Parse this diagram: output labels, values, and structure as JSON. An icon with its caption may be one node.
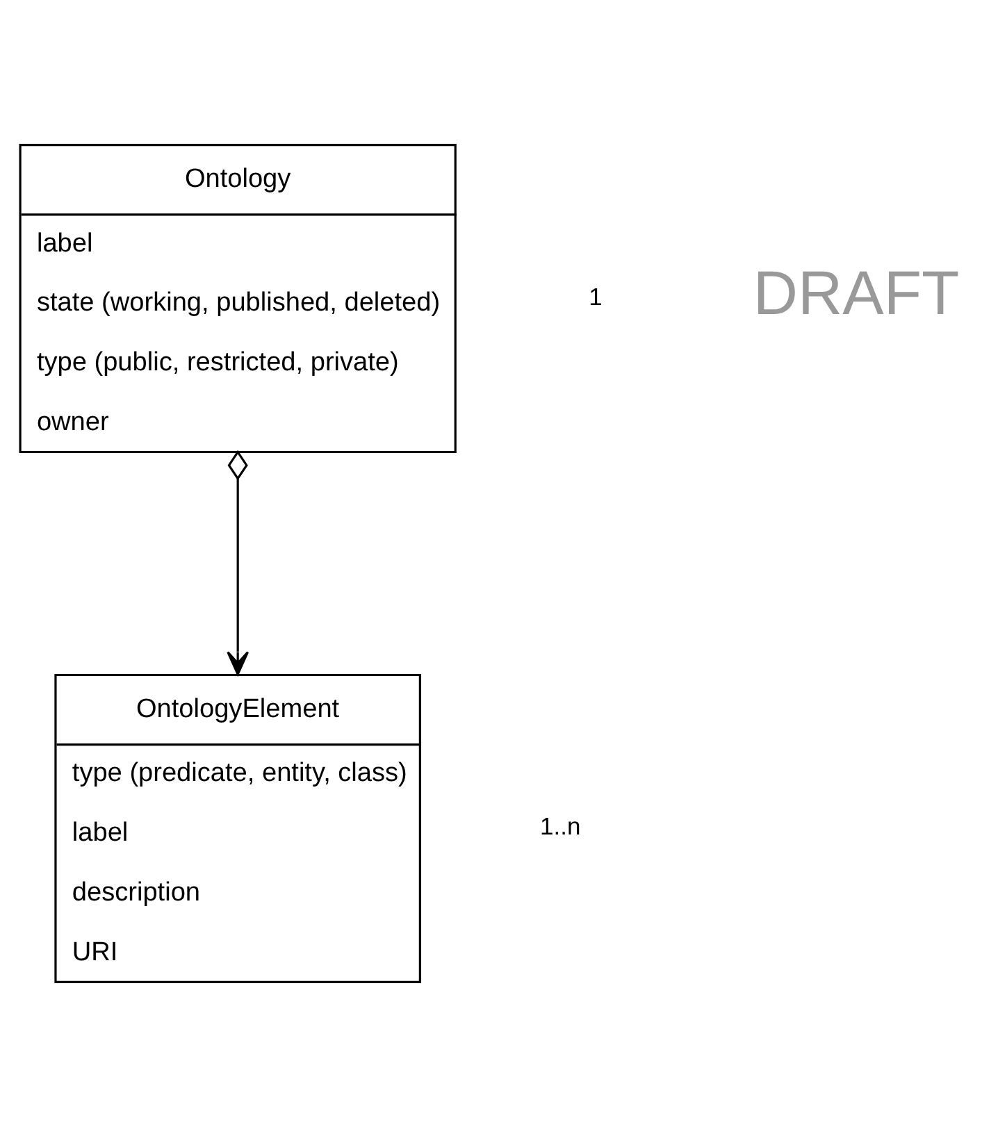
{
  "diagram": {
    "nodes": [
      {
        "text": [
          "Ontology",
          "label",
          "state (working, published, deleted)",
          "type (public, restricted, private)",
          "owner"
        ]
      },
      {
        "text": [
          "OntologyElement",
          "type (predicate, entity, class)",
          "label",
          "description",
          "URI"
        ]
      }
    ],
    "edges": [
      {
        "from": 0,
        "to": 1,
        "arrow": "to"
      }
    ],
    "labels": [
      "DRAFT",
      "1",
      "1..n"
    ]
  }
}
